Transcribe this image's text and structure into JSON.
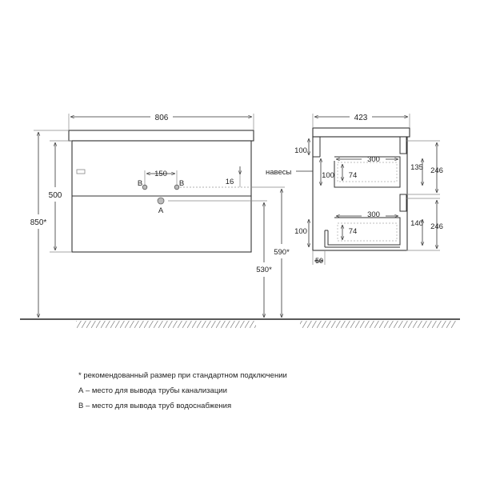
{
  "dimensions": {
    "front_width": "806",
    "total_height": "850*",
    "cabinet_height": "500",
    "drain_spacing": "150",
    "hinge_offset": "16",
    "hinges_label": "навесы",
    "height_590": "590*",
    "height_530": "530*",
    "side_depth": "423",
    "drawer1_depth": "300",
    "drawer2_depth": "300",
    "drawer_inner_height_1": "74",
    "drawer_inner_height_2": "74",
    "side_100_top": "100",
    "side_100_mid": "100",
    "side_100_bottom": "100",
    "drawer_front_135": "135",
    "drawer_front_140": "140",
    "drawer_height_1": "246",
    "drawer_height_2": "246",
    "bottom_offset": "50"
  },
  "markers": {
    "a": "A",
    "b_left": "B",
    "b_right": "B"
  },
  "notes": {
    "note_1": "* рекомендованный размер при стандартном подключении",
    "note_2": "А – место для вывода трубы канализации",
    "note_3": "В – место для вывода труб водоснабжения"
  }
}
